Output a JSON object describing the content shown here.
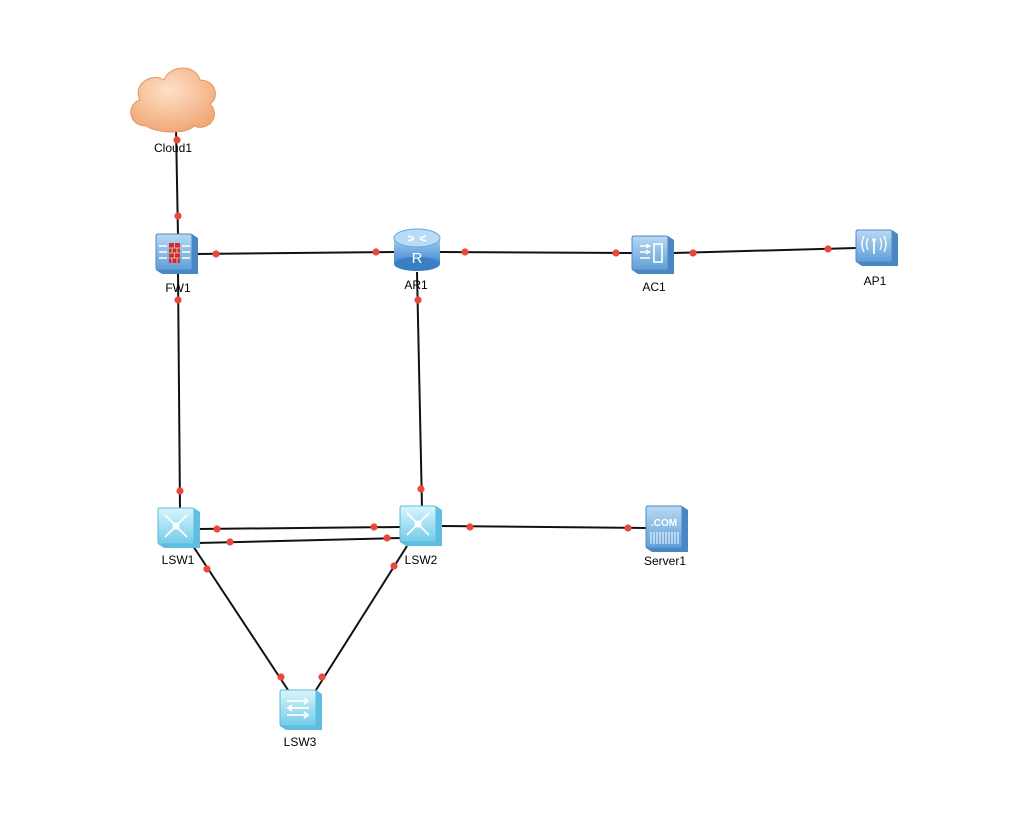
{
  "topology": {
    "devices": [
      {
        "id": "cloud1",
        "label": "Cloud1",
        "kind": "cloud-icon"
      },
      {
        "id": "fw1",
        "label": "FW1",
        "kind": "firewall-icon"
      },
      {
        "id": "ar1",
        "label": "AR1",
        "kind": "router-icon"
      },
      {
        "id": "ac1",
        "label": "AC1",
        "kind": "access-controller-icon"
      },
      {
        "id": "ap1",
        "label": "AP1",
        "kind": "access-point-icon"
      },
      {
        "id": "lsw1",
        "label": "LSW1",
        "kind": "core-switch-icon"
      },
      {
        "id": "lsw2",
        "label": "LSW2",
        "kind": "core-switch-icon"
      },
      {
        "id": "server1",
        "label": "Server1",
        "kind": "server-icon",
        "badge": ".COM"
      },
      {
        "id": "lsw3",
        "label": "LSW3",
        "kind": "access-switch-icon"
      }
    ],
    "links": [
      [
        "cloud1",
        "fw1"
      ],
      [
        "fw1",
        "ar1"
      ],
      [
        "ar1",
        "ac1"
      ],
      [
        "ac1",
        "ap1"
      ],
      [
        "fw1",
        "lsw1"
      ],
      [
        "ar1",
        "lsw2"
      ],
      [
        "lsw1",
        "lsw2"
      ],
      [
        "lsw1",
        "lsw2"
      ],
      [
        "lsw2",
        "server1"
      ],
      [
        "lsw1",
        "lsw3"
      ],
      [
        "lsw2",
        "lsw3"
      ]
    ],
    "colors": {
      "port": "#e8493a",
      "link": "#111111",
      "cloud": "#f7b98a",
      "device_blue": "#6fa8dc",
      "switch_cyan": "#8fdcf2"
    }
  }
}
